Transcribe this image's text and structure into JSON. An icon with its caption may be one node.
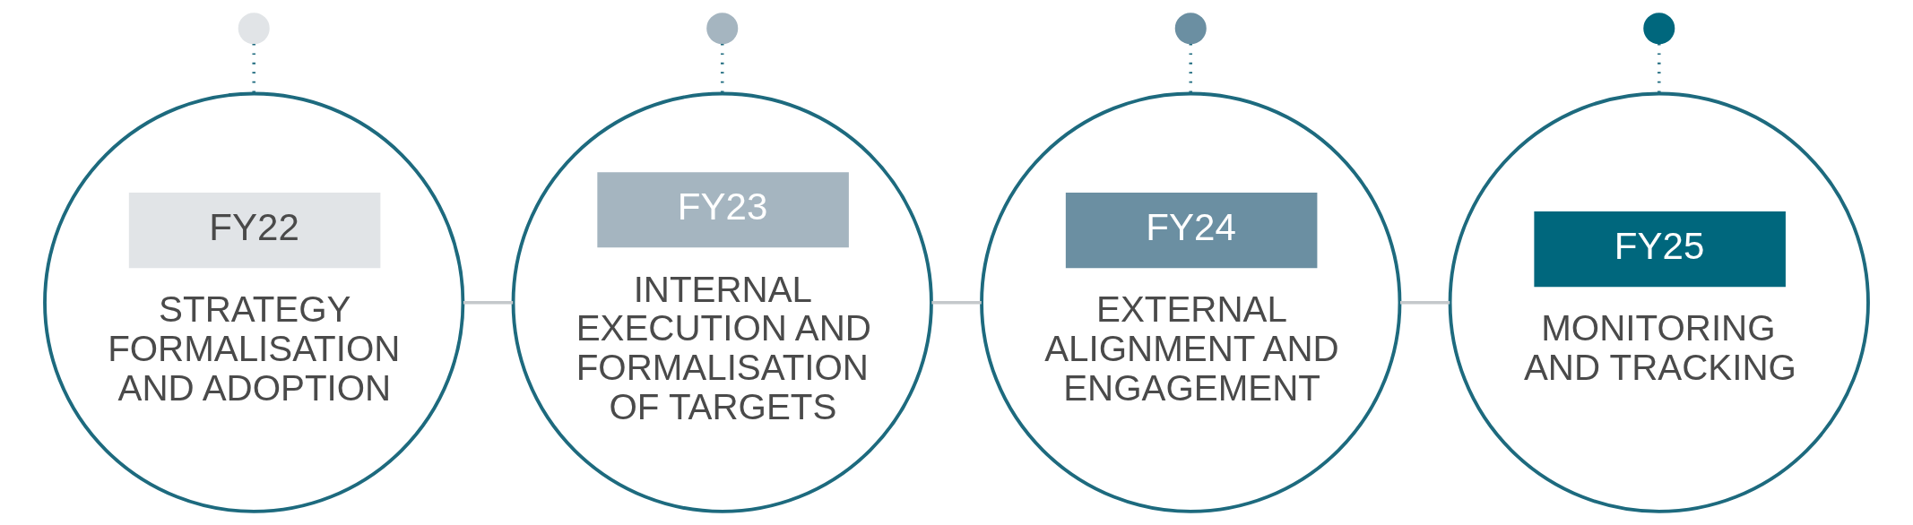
{
  "diagram": {
    "nodes": [
      {
        "text": [],
        "shape": "circle"
      },
      {
        "text": [],
        "shape": "circle"
      },
      {
        "text": [],
        "shape": "circle"
      },
      {
        "text": [],
        "shape": "circle"
      },
      {
        "text": [
          "FY22",
          "STRATEGY FORMALISATION AND ADOPTION"
        ]
      },
      {
        "text": [
          "FY23",
          "INTERNAL EXECUTION AND FORMALISATION OF TARGETS"
        ]
      },
      {
        "text": [
          "FY24",
          "EXTERNAL ALIGNMENT AND ENGAGEMENT"
        ]
      },
      {
        "text": [
          "FY25",
          "MONITORING AND TRACKING"
        ]
      }
    ],
    "edges": [
      {
        "from": 0,
        "to": 4,
        "arrow": "none",
        "style": "dashed"
      },
      {
        "from": 1,
        "to": 5,
        "arrow": "none",
        "style": "dashed"
      },
      {
        "from": 2,
        "to": 6,
        "arrow": "none",
        "style": "dashed"
      },
      {
        "from": 3,
        "to": 7,
        "arrow": "none",
        "style": "dashed"
      },
      {
        "from": 4,
        "to": 5,
        "arrow": "none",
        "color": "#c4c8cb"
      },
      {
        "from": 5,
        "to": 6,
        "arrow": "none",
        "color": "#c4c8cb"
      },
      {
        "from": 6,
        "to": 7,
        "arrow": "none",
        "color": "#c4c8cb"
      }
    ]
  }
}
